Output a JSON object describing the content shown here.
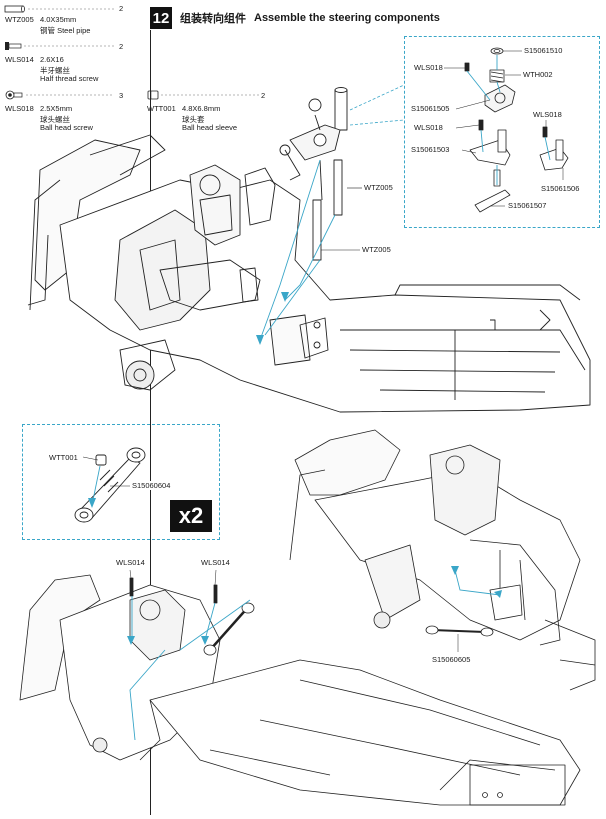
{
  "step": {
    "number": "12",
    "title_cn": "组装转向组件",
    "title_en": "Assemble the steering components"
  },
  "parts": [
    {
      "code": "WTZ005",
      "dim": "4.0X35mm",
      "name_cn_en": "钢管 Steel pipe",
      "qty": "2"
    },
    {
      "code": "WLS014",
      "dim": "2.6X16",
      "name_cn": "半牙螺丝",
      "name_en": "Half thread screw",
      "qty": "2"
    },
    {
      "code": "WLS018",
      "dim": "2.5X5mm",
      "name_cn": "球头螺丝",
      "name_en": "Ball head screw",
      "qty": "3"
    },
    {
      "code": "WTT001",
      "dim": "4.8X6.8mm",
      "name_cn": "球头套",
      "name_en": "Ball head sleeve",
      "qty": "2"
    }
  ],
  "callouts": {
    "s15061510": "S15061510",
    "wls018_a": "WLS018",
    "wth002": "WTH002",
    "s15061505": "S15061505",
    "wls018_b": "WLS018",
    "wls018_c": "WLS018",
    "s15061503": "S15061503",
    "s15061506": "S15061506",
    "s15061507": "S15061507",
    "wtz005_a": "WTZ005",
    "wtz005_b": "WTZ005",
    "wtt001": "WTT001",
    "s15060604": "S15060604",
    "multiplier": "x2",
    "wls014_a": "WLS014",
    "wls014_b": "WLS014",
    "s15060605": "S15060605"
  },
  "colors": {
    "accent": "#3aa6c8",
    "line": "#1a1a1a"
  }
}
